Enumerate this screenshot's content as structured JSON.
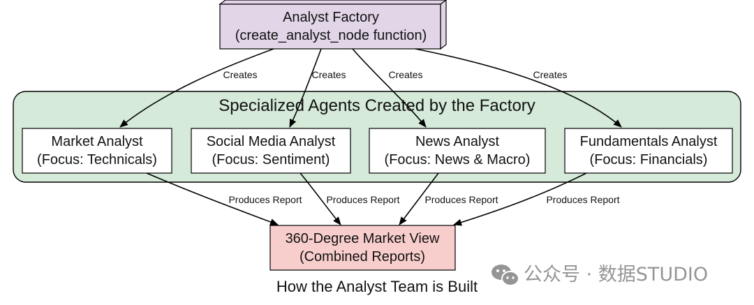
{
  "diagram": {
    "factory": {
      "line1": "Analyst Factory",
      "line2": "(create_analyst_node function)",
      "fill": "#e1d5e7"
    },
    "cluster": {
      "label": "Specialized Agents Created by the Factory",
      "fill": "#d5ead8"
    },
    "agents": [
      {
        "line1": "Market Analyst",
        "line2": "(Focus: Technicals)"
      },
      {
        "line1": "Social Media Analyst",
        "line2": "(Focus: Sentiment)"
      },
      {
        "line1": "News Analyst",
        "line2": "(Focus: News & Macro)"
      },
      {
        "line1": "Fundamentals Analyst",
        "line2": "(Focus: Financials)"
      }
    ],
    "output": {
      "line1": "360-Degree Market View",
      "line2": "(Combined Reports)",
      "fill": "#f8cecc"
    },
    "edges": {
      "creates": [
        "Creates",
        "Creates",
        "Creates",
        "Creates"
      ],
      "produces": [
        "Produces Report",
        "Produces Report",
        "Produces Report",
        "Produces Report"
      ]
    },
    "caption": "How the Analyst Team is Built"
  },
  "watermark": {
    "icon": "wechat-icon",
    "text": "公众号 · 数据STUDIO"
  }
}
